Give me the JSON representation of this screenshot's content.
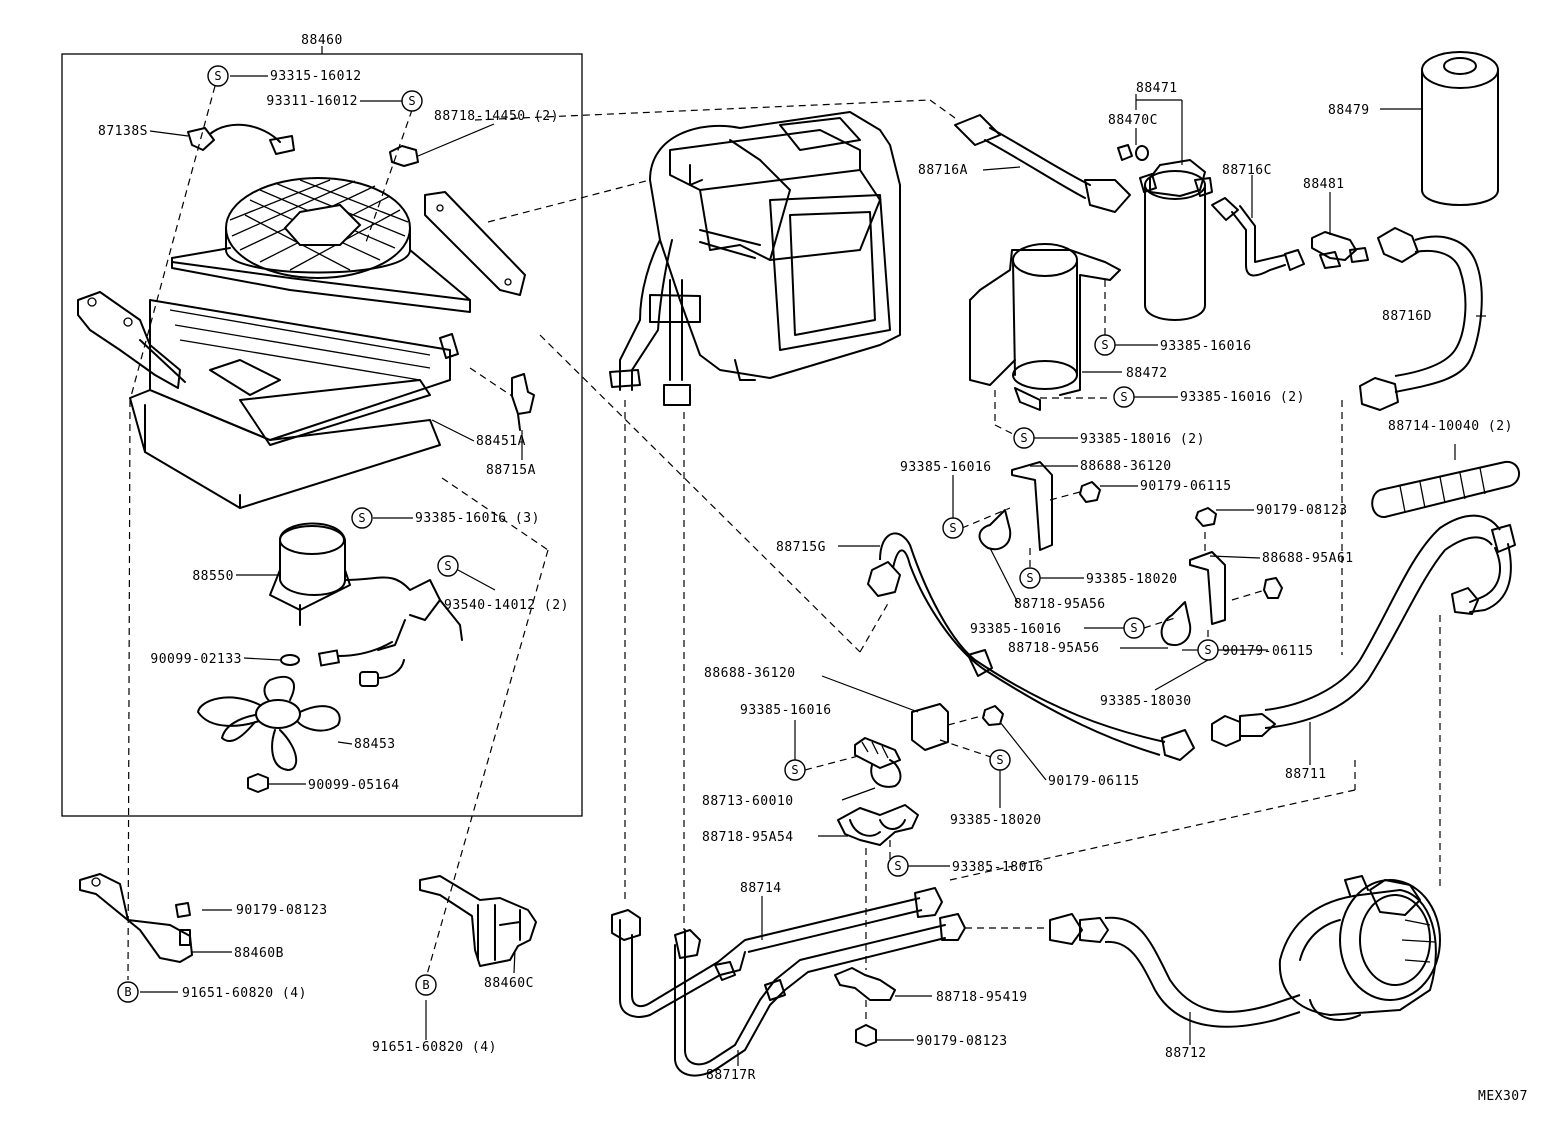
{
  "diagram_code": "MEX307",
  "symbols": {
    "s": "S",
    "b": "B"
  },
  "labels": {
    "p88460": "88460",
    "p93315_16012": "93315-16012",
    "p93311_16012": "93311-16012",
    "p87138s": "87138S",
    "p88718_14450": "88718-14450 (2)",
    "p88451a": "88451A",
    "p88715a": "88715A",
    "p93385_16016_3": "93385-16016 (3)",
    "p88550": "88550",
    "p93540_14012": "93540-14012 (2)",
    "p90099_02133": "90099-02133",
    "p88453": "88453",
    "p90099_05164": "90099-05164",
    "p90179_08123_a": "90179-08123",
    "p88460b": "88460B",
    "p91651_60820_a": "91651-60820 (4)",
    "p88460c": "88460C",
    "p91651_60820_b": "91651-60820 (4)",
    "p88471": "88471",
    "p88470c": "88470C",
    "p88716a": "88716A",
    "p88716c": "88716C",
    "p88481": "88481",
    "p88479": "88479",
    "p88716d": "88716D",
    "p93385_16016_a": "93385-16016",
    "p88472": "88472",
    "p93385_16016_2": "93385-16016 (2)",
    "p93385_18016_2": "93385-18016 (2)",
    "p88714_10040": "88714-10040 (2)",
    "p93385_16016_b": "93385-16016",
    "p88688_36120_a": "88688-36120",
    "p90179_06115_a": "90179-06115",
    "p90179_08123_b": "90179-08123",
    "p88715g": "88715G",
    "p93385_18020_a": "93385-18020",
    "p88688_95a61": "88688-95A61",
    "p88718_95a56_a": "88718-95A56",
    "p93385_16016_c": "93385-16016",
    "p88718_95a56_b": "88718-95A56",
    "p90179_06115_b": "90179-06115",
    "p93385_18030": "93385-18030",
    "p88688_36120_b": "88688-36120",
    "p93385_16016_d": "93385-16016",
    "p88711": "88711",
    "p90179_06115_c": "90179-06115",
    "p88713_60010": "88713-60010",
    "p93385_18020_b": "93385-18020",
    "p88718_95a54": "88718-95A54",
    "p93385_18016": "93385-18016",
    "p88714": "88714",
    "p88718_95419": "88718-95419",
    "p90179_08123_c": "90179-08123",
    "p88717r": "88717R",
    "p88712": "88712"
  }
}
